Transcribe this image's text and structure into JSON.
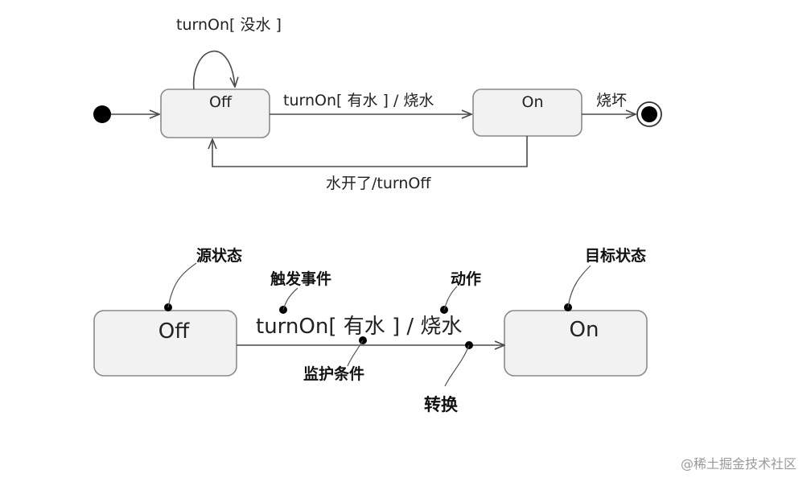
{
  "top_diagram": {
    "state_off": "Off",
    "state_on": "On",
    "self_loop_label": "turnOn[ 没水 ]",
    "off_to_on_label": "turnOn[ 有水 ] / 烧水",
    "on_to_off_label": "水开了/turnOff",
    "on_to_final_label": "烧坏"
  },
  "bottom_diagram": {
    "state_off": "Off",
    "state_on": "On",
    "transition_text": "turnOn[ 有水 ] / 烧水",
    "annotations": {
      "source_state": "源状态",
      "trigger_event": "触发事件",
      "action": "动作",
      "target_state": "目标状态",
      "guard_condition": "监护条件",
      "transition": "转换"
    }
  },
  "watermark": "@稀土掘金技术社区"
}
